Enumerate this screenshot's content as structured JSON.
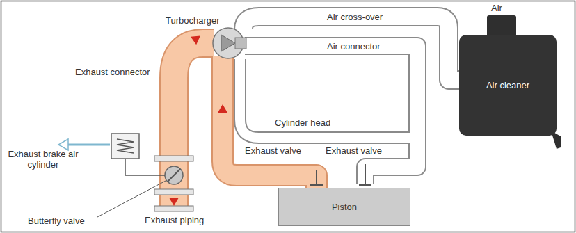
{
  "diagram": {
    "nodes": [
      {
        "text": [
          "Air cleaner"
        ]
      },
      {
        "text": [
          "Piston"
        ]
      }
    ],
    "labels": [
      "Air",
      "Air cross-over",
      "Turbocharger",
      "Air connector",
      "Exhaust connector",
      "Exhaust brake air cylinder",
      "Cylinder head",
      "Exhaust valve",
      "Exhaust valve",
      "Butterfly valve",
      "Exhaust piping"
    ]
  }
}
